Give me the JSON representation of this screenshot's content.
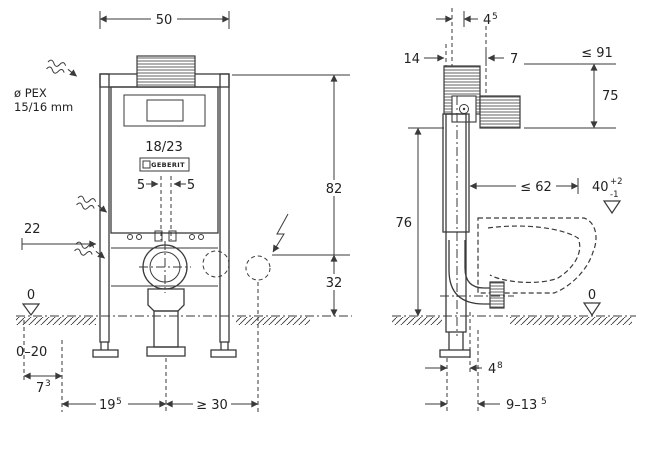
{
  "front": {
    "width": "50",
    "pex1": "ø PEX",
    "pex2": "15/16 mm",
    "model": "18/23",
    "brand": "GEBERIT",
    "off_l": "5",
    "off_r": "5",
    "inlet": "22",
    "zero": "0",
    "legs": "0–20",
    "d73": {
      "b": "7",
      "s": "3"
    },
    "d195": {
      "b": "19",
      "s": "5"
    },
    "min30": "≥ 30",
    "h82": "82",
    "h32": "32"
  },
  "side": {
    "d45": {
      "b": "4",
      "s": "5"
    },
    "d14": "14",
    "d7": "7",
    "max91": "≤ 91",
    "d75": "75",
    "d76": "76",
    "max62": "≤ 62",
    "d40": {
      "b": "40",
      "sup": "+2",
      "sub": "-1"
    },
    "zero": "0",
    "d48": {
      "b": "4",
      "s": "8"
    },
    "d9135": {
      "b": "9–13",
      "s": "5"
    }
  }
}
